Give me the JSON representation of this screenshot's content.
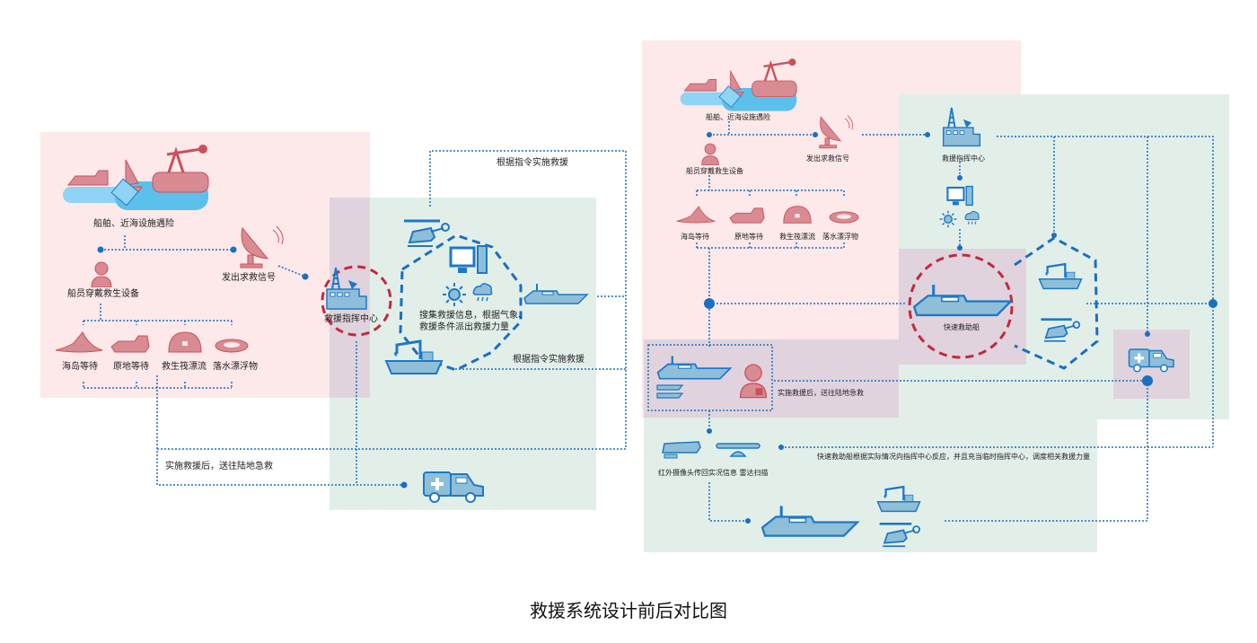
{
  "figure_title": "救援系统设计前后对比图",
  "colors": {
    "pink_zone": "#fde8ea",
    "green_zone": "#e2efe9",
    "overlap_zone": "#e0d3dd",
    "red_icon": "#c9515a",
    "blue_icon": "#1e78c8",
    "connector": "#1a6fc0",
    "sea": "#5bc0eb"
  },
  "before": {
    "incident_label": "船舶、近海设施遇险",
    "crew_label": "船员穿戴救生设备",
    "signal_label": "发出求救信号",
    "command_label": "救援指挥中心",
    "survival_options": [
      "海岛等待",
      "原地等待",
      "救生筏漂流",
      "落水漂浮物"
    ],
    "dispatch_text_line1": "搜集救援信息，根据气象、",
    "dispatch_text_line2": "救援条件派出救援力量",
    "order_label_top": "根据指令实施救援",
    "order_label_bottom": "根据指令实施救援",
    "transfer_label": "实施救援后，送往陆地急救"
  },
  "after": {
    "incident_label": "船舶、近海设施遇险",
    "crew_label": "船员穿戴救生设备",
    "signal_label": "发出求救信号",
    "command_label": "救援指挥中心",
    "survival_options": [
      "海岛等待",
      "原地等待",
      "救生筏漂流",
      "落水漂浮物"
    ],
    "fast_boat_label": "快速救助船",
    "transfer_label": "实施救援后，送往陆地急救",
    "feedback_label": "快速救助船根据实际情况向指挥中心反应，并且充当临时指挥中心，调度相关救援力量",
    "sensor_label": "红外摄像头传回实况信息 雷达扫描"
  }
}
